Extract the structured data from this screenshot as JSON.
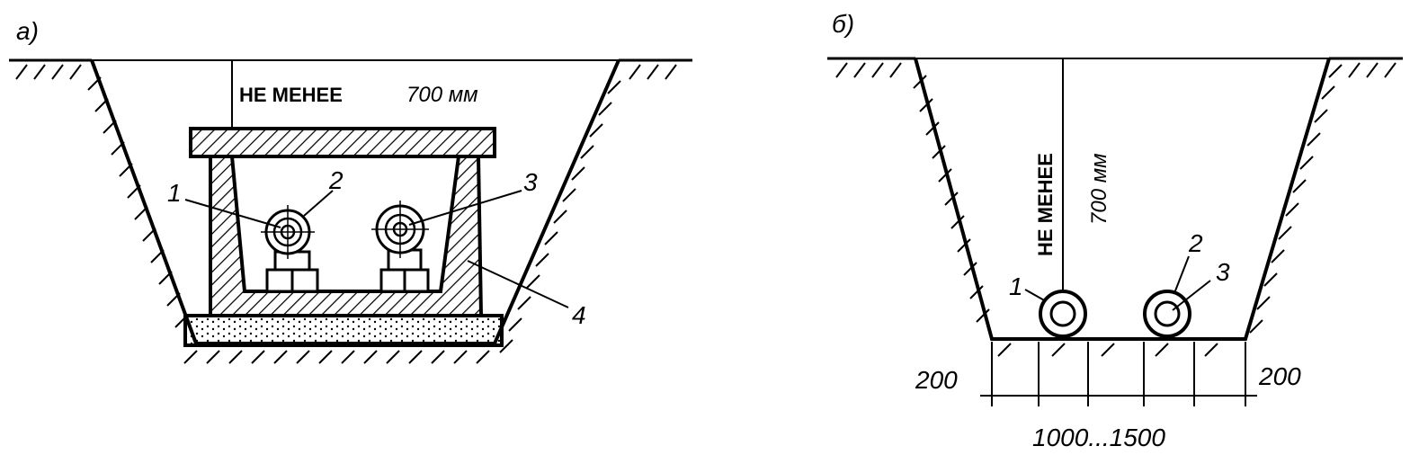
{
  "figure_a": {
    "panel_label": "а)",
    "clearance_text": "НЕ МЕНЕЕ",
    "clearance_value": "700 мм",
    "callouts": [
      "1",
      "2",
      "3",
      "4"
    ]
  },
  "figure_b": {
    "panel_label": "б)",
    "clearance_text": "НЕ МЕНЕЕ",
    "clearance_value": "700 мм",
    "callouts": [
      "1",
      "2",
      "3"
    ],
    "dim_left": "200",
    "dim_right": "200",
    "dim_bottom": "1000...1500"
  },
  "colors": {
    "ink": "#000000",
    "paper": "#ffffff"
  }
}
